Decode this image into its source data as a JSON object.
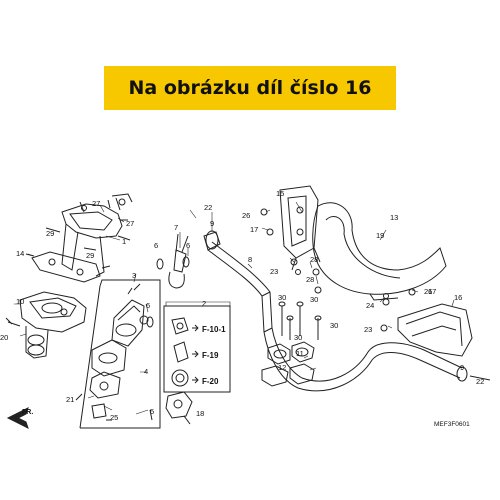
{
  "banner": {
    "text": "Na obrázku díl číslo 16",
    "bg": "#f7c800"
  },
  "callouts": [
    "1",
    "2",
    "3",
    "4",
    "5",
    "6",
    "6",
    "6",
    "7",
    "8",
    "9",
    "9",
    "10",
    "11",
    "12",
    "13",
    "14",
    "15",
    "16",
    "17",
    "17",
    "18",
    "19",
    "20",
    "21",
    "22",
    "22",
    "23",
    "23",
    "24",
    "25",
    "26",
    "26",
    "27",
    "27",
    "28",
    "28",
    "29",
    "29",
    "30",
    "30",
    "30",
    "30"
  ],
  "references": [
    "F-10-1",
    "F-19",
    "F-20"
  ],
  "direction_label": "FR.",
  "diagram_code": "MEF3F0601",
  "colors": {
    "ink": "#222222",
    "banner": "#f7c800"
  }
}
